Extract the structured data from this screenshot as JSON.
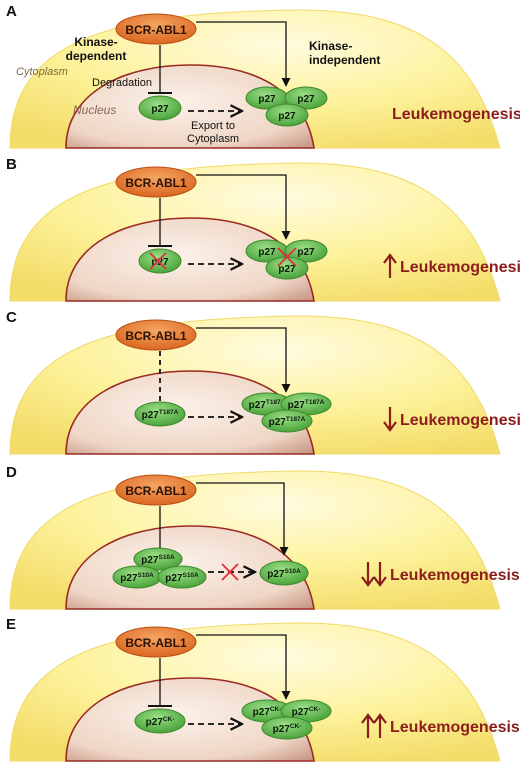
{
  "panels": [
    {
      "letter": "A",
      "bcr": "BCR-ABL1",
      "kdep": [
        "Kinase-",
        "dependent"
      ],
      "kind": [
        "Kinase-",
        "independent"
      ],
      "cytoplasm": "Cytoplasm",
      "nucleus": "Nucleus",
      "degradation": "Degradation",
      "export": [
        "Export to",
        "Cytoplasm"
      ],
      "nuc": [
        {
          "base": "p27",
          "sup": ""
        }
      ],
      "cyto": [
        {
          "base": "p27",
          "sup": ""
        },
        {
          "base": "p27",
          "sup": ""
        },
        {
          "base": "p27",
          "sup": ""
        }
      ],
      "outcome": "Leukemogenesis",
      "arrows": []
    },
    {
      "letter": "B",
      "bcr": "BCR-ABL1",
      "nuc": [
        {
          "base": "p27",
          "sup": ""
        }
      ],
      "cyto": [
        {
          "base": "p27",
          "sup": ""
        },
        {
          "base": "p27",
          "sup": ""
        },
        {
          "base": "p27",
          "sup": ""
        }
      ],
      "outcome": "Leukemogenesis",
      "arrows": [
        "up"
      ]
    },
    {
      "letter": "C",
      "bcr": "BCR-ABL1",
      "nuc": [
        {
          "base": "p27",
          "sup": "T187A"
        }
      ],
      "cyto": [
        {
          "base": "p27",
          "sup": "T187A"
        },
        {
          "base": "p27",
          "sup": "T187A"
        },
        {
          "base": "p27",
          "sup": "T187A"
        }
      ],
      "outcome": "Leukemogenesis",
      "arrows": [
        "down"
      ]
    },
    {
      "letter": "D",
      "bcr": "BCR-ABL1",
      "nuc": [
        {
          "base": "p27",
          "sup": "S10A"
        },
        {
          "base": "p27",
          "sup": "S10A"
        },
        {
          "base": "p27",
          "sup": "S10A"
        }
      ],
      "cyto": [
        {
          "base": "p27",
          "sup": "S10A"
        }
      ],
      "outcome": "Leukemogenesis",
      "arrows": [
        "down",
        "down"
      ]
    },
    {
      "letter": "E",
      "bcr": "BCR-ABL1",
      "nuc": [
        {
          "base": "p27",
          "sup": "CK-"
        }
      ],
      "cyto": [
        {
          "base": "p27",
          "sup": "CK-"
        },
        {
          "base": "p27",
          "sup": "CK-"
        },
        {
          "base": "p27",
          "sup": "CK-"
        }
      ],
      "outcome": "Leukemogenesis",
      "arrows": [
        "up",
        "up"
      ]
    }
  ],
  "colors": {
    "cell_fill": "#fdf4a6",
    "cell_edge": "#f1da6a",
    "nucleus_fill": "#f4dccb",
    "nucleus_edge": "#9a2a22",
    "bcr_fill": "#e77624",
    "p27_fill": "#5fb94a",
    "p27_edge": "#3d8a2c",
    "outcome": "#8b1d1d",
    "block_x": "#e0303a"
  }
}
